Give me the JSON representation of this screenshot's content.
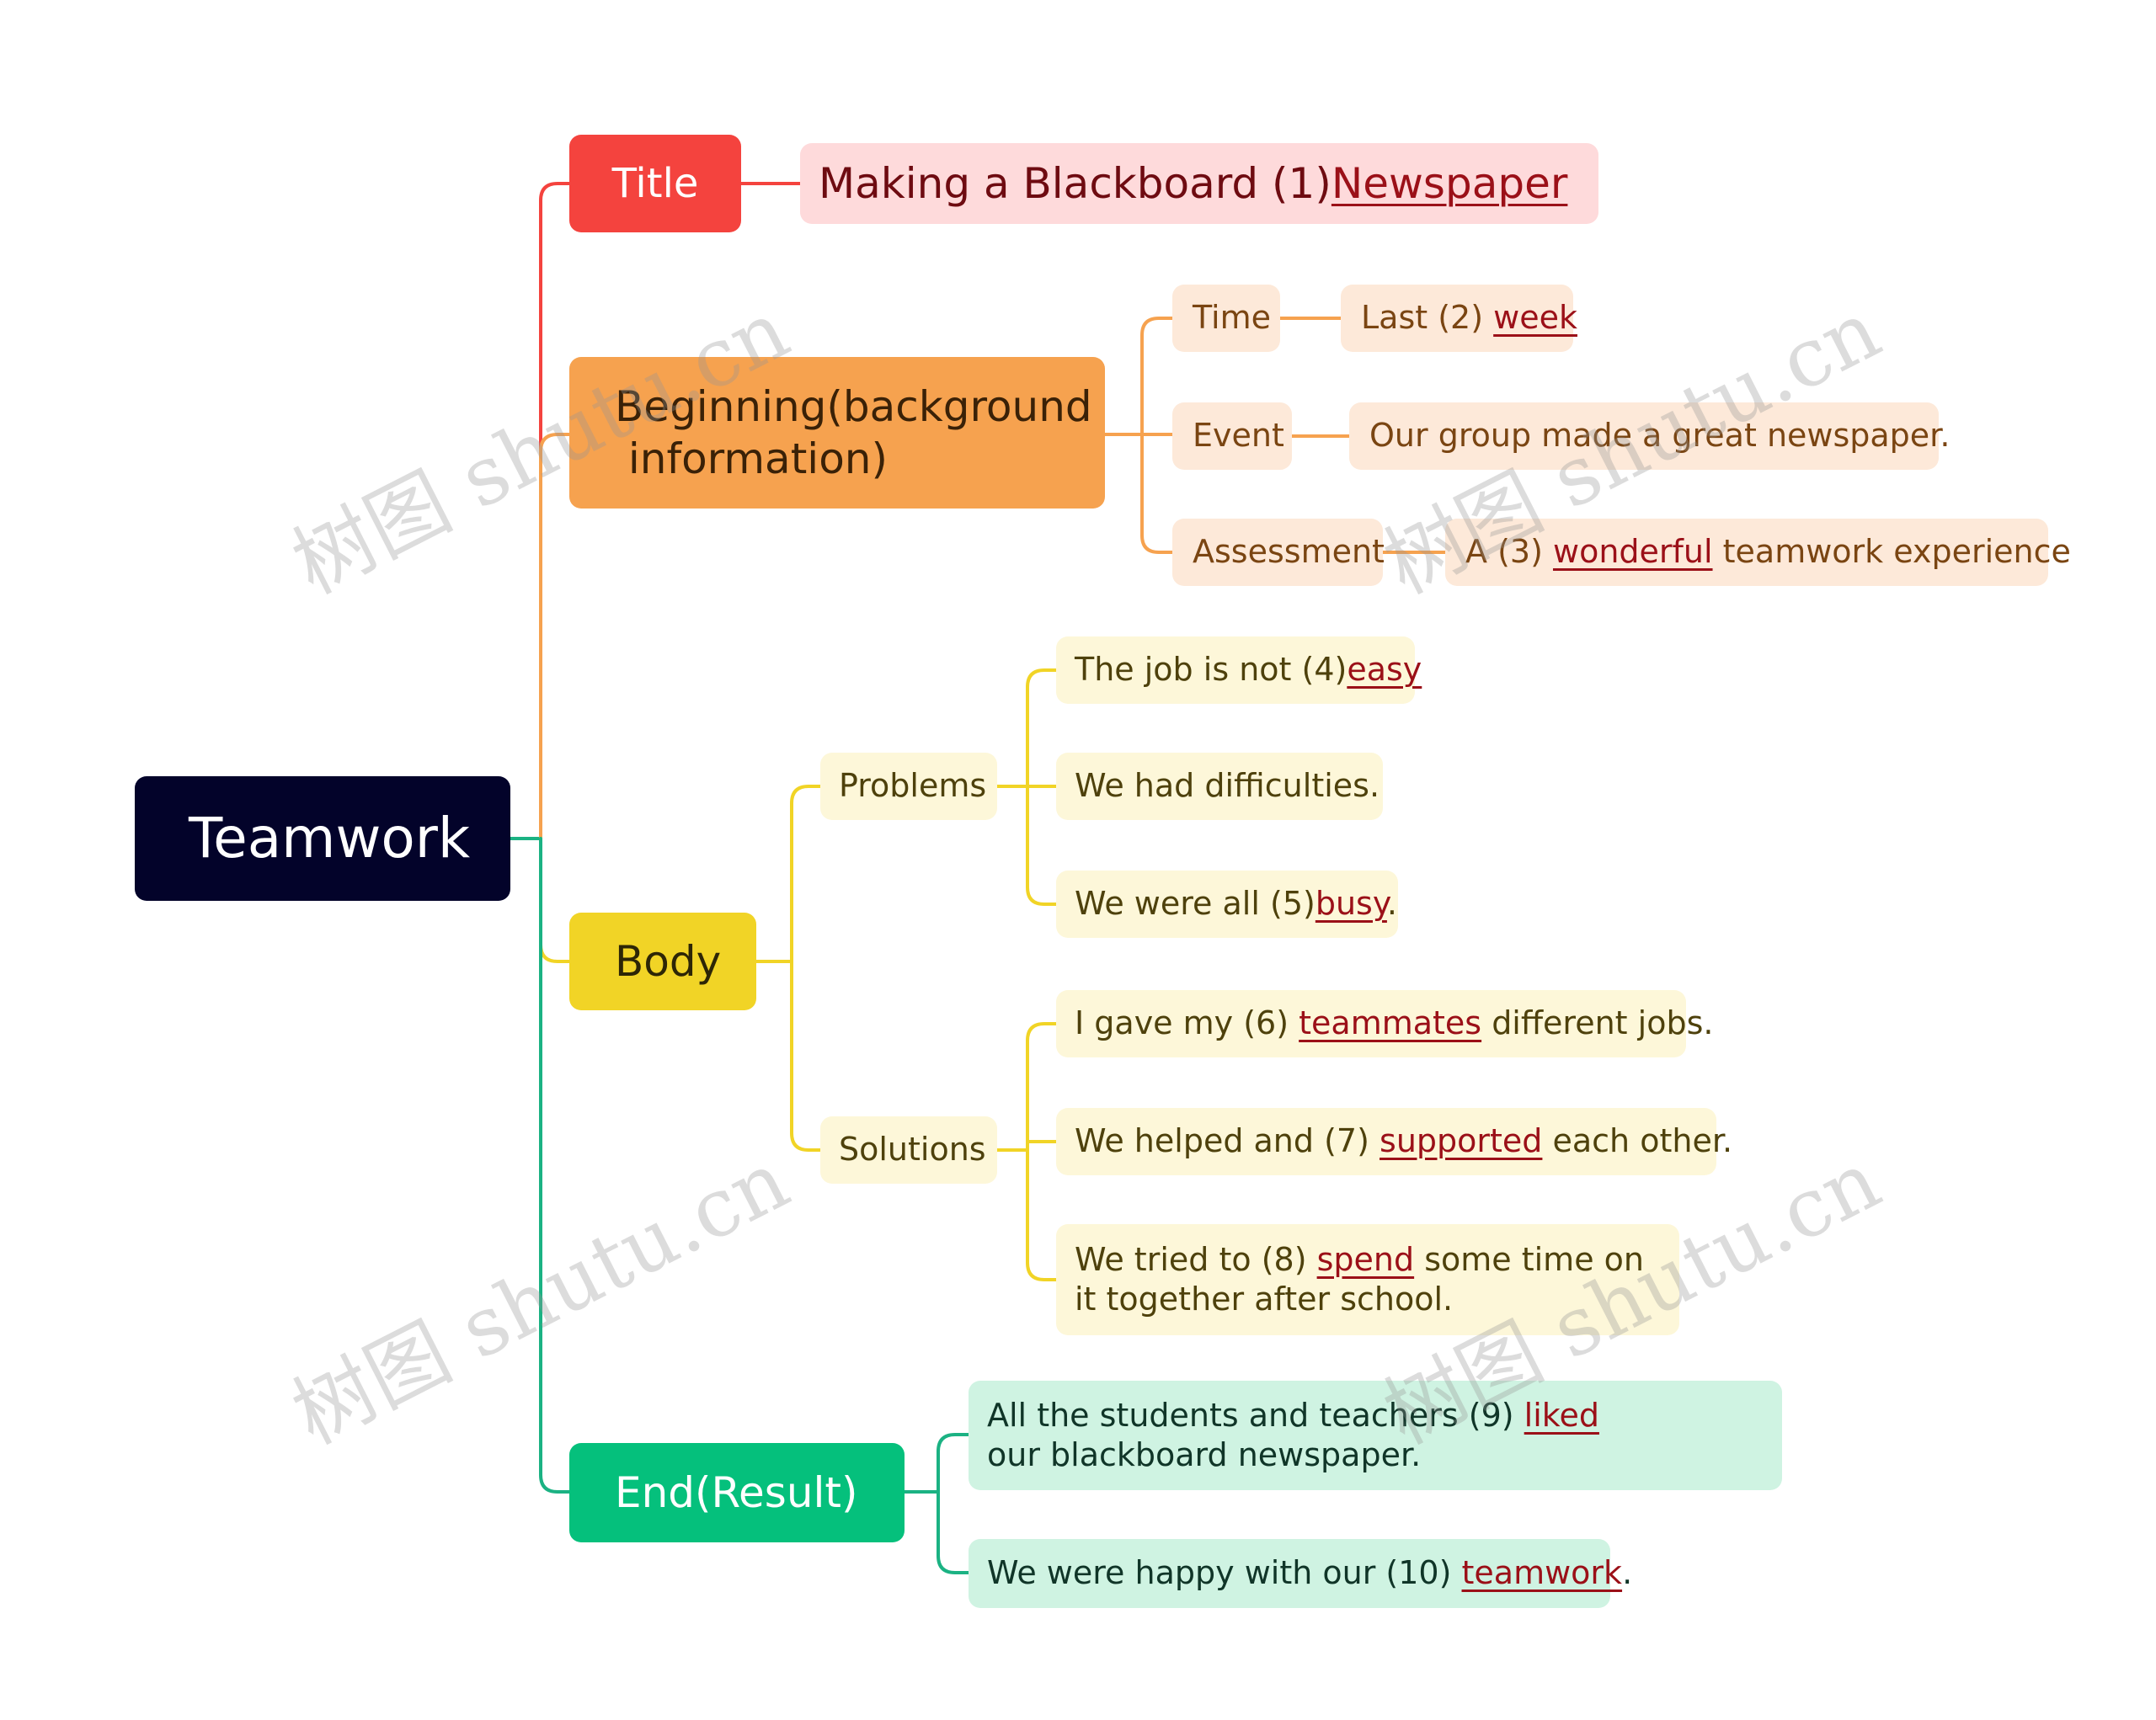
{
  "root": {
    "label": "Teamwork"
  },
  "title": {
    "label": "Title",
    "content": {
      "before": "Making a Blackboard (1)",
      "blank": "Newspaper",
      "after": ""
    }
  },
  "beginning": {
    "label": "Beginning(background\n information)",
    "children": [
      {
        "label": "Time",
        "content": {
          "before": "Last (2) ",
          "blank": "week",
          "after": ""
        }
      },
      {
        "label": "Event",
        "content": {
          "before": "Our group made a great newspaper.",
          "blank": "",
          "after": ""
        }
      },
      {
        "label": "Assessment",
        "content": {
          "before": "A (3) ",
          "blank": "wonderful",
          "after": " teamwork experience"
        }
      }
    ]
  },
  "body": {
    "label": "Body",
    "problems": {
      "label": "Problems",
      "items": [
        {
          "before": "The job is not (4)",
          "blank": "easy",
          "after": ""
        },
        {
          "before": "We had difficulties.",
          "blank": "",
          "after": ""
        },
        {
          "before": "We were all (5)",
          "blank": "busy",
          "after": "."
        }
      ]
    },
    "solutions": {
      "label": "Solutions",
      "items": [
        {
          "before": "I gave my (6) ",
          "blank": "teammates",
          "after": " different jobs."
        },
        {
          "before": "We helped and (7) ",
          "blank": "supported",
          "after": " each other."
        },
        {
          "before": "We tried to (8) ",
          "blank": "spend",
          "after": " some time on it together  after school."
        }
      ]
    }
  },
  "end": {
    "label": "End(Result)",
    "items": [
      {
        "before": "All the students and teachers (9) ",
        "blank": "liked",
        "after": " our blackboard newspaper."
      },
      {
        "before": "We were happy with our (10) ",
        "blank": "teamwork",
        "after": "."
      }
    ]
  },
  "watermark": "树图 shutu.cn",
  "colors": {
    "root": "#03032a",
    "title": "#f4433e",
    "beginning": "#f6a24f",
    "body": "#f1d426",
    "end": "#05c07c",
    "blank_text": "#9b1018"
  }
}
